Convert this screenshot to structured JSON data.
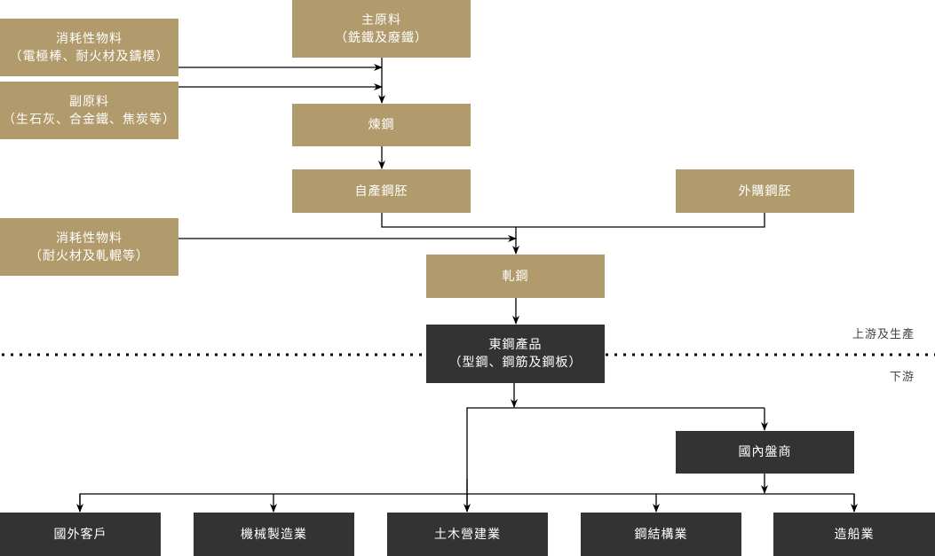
{
  "colors": {
    "upstream": "#b19a6b",
    "downstream": "#333333",
    "line": "#000000"
  },
  "nodes": {
    "consumables_1": {
      "title": "消耗性物料",
      "sub": "（電極棒、耐火材及鑄模）"
    },
    "secondary": {
      "title": "副原料",
      "sub": "（生石灰、合金鐵、焦炭等）"
    },
    "main_material": {
      "title": "主原料",
      "sub": "（銑鐵及廢鐵）"
    },
    "steelmaking": {
      "title": "煉鋼"
    },
    "own_billet": {
      "title": "自產鋼胚"
    },
    "purchased_billet": {
      "title": "外購鋼胚"
    },
    "consumables_2": {
      "title": "消耗性物料",
      "sub": "（耐火材及軋輥等）"
    },
    "rolling": {
      "title": "軋鋼"
    },
    "products": {
      "title": "東鋼產品",
      "sub": "（型鋼、鋼筋及鋼板）"
    },
    "domestic_dealer": {
      "title": "國內盤商"
    },
    "customers": [
      {
        "title": "國外客戶"
      },
      {
        "title": "機械製造業"
      },
      {
        "title": "土木營建業"
      },
      {
        "title": "鋼結構業"
      },
      {
        "title": "造船業"
      }
    ]
  },
  "zones": {
    "upstream": "上游及生產",
    "downstream": "下游"
  }
}
